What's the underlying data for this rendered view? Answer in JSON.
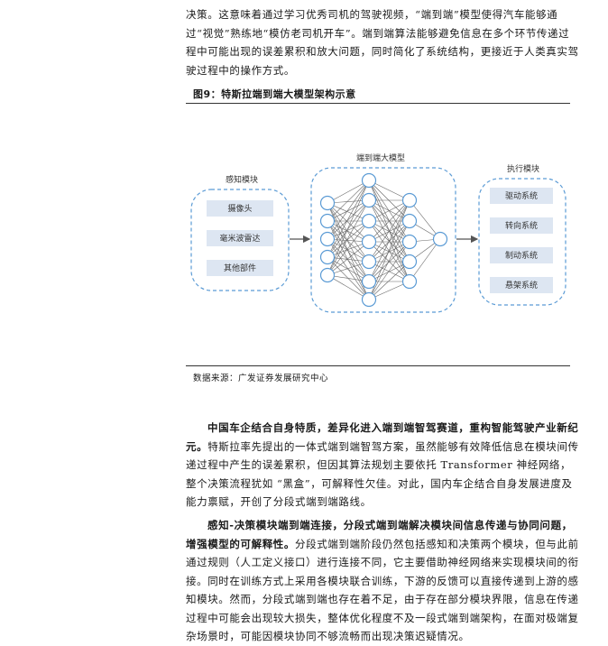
{
  "p1": "决策。这意味着通过学习优秀司机的驾驶视频，“端到端”模型使得汽车能够通过“视觉”熟练地“模仿老司机开车”。端到端算法能够避免信息在多个环节传递过程中可能出现的误差累积和放大问题，同时简化了系统结构，更接近于人类真实驾驶过程中的操作方式。",
  "figure": {
    "title": "图9：特斯拉端到端大模型架构示意",
    "perception": {
      "title": "感知模块",
      "items": [
        "摄像头",
        "毫米波雷达",
        "其他部件"
      ]
    },
    "model": {
      "title": "端到端大模型"
    },
    "execution": {
      "title": "执行模块",
      "items": [
        "驱动系统",
        "转向系统",
        "制动系统",
        "悬架系统"
      ]
    },
    "source": "数据来源：广发证券发展研究中心"
  },
  "p2": {
    "lead": "中国车企结合自身特质，差异化进入端到端智驾赛道，重构智能驾驶产业新纪元。",
    "body": "特斯拉率先提出的一体式端到端智驾方案，虽然能够有效降低信息在模块间传递过程中产生的误差累积，但因其算法规划主要依托 Transformer 神经网络，整个决策流程犹如 “黑盒”，可解释性欠佳。对此，国内车企结合自身发展进度及能力禀赋，开创了分段式端到端路线。"
  },
  "p3": {
    "lead": "感知-决策模块端到端连接，分段式端到端解决模块间信息传递与协同问题，增强模型的可解释性。",
    "body": "分段式端到端阶段仍然包括感知和决策两个模块，但与此前通过规则（人工定义接口）进行连接不同，它主要借助神经网络来实现模块间的衔接。同时在训练方式上采用各模块联合训练，下游的反馈可以直接传递到上游的感知模块。然而，分段式端到端也存在着不足，由于存在部分模块界限，信息在传递过程中可能会出现较大损失，整体优化程度不及一段式端到端架构，在面对极端复杂场景时，可能因模块协同不够流畅而出现决策迟疑情况。"
  },
  "colors": {
    "box_border": "#5b9bd5",
    "box_fill": "#dde6f2",
    "node_fill": "#ffffff",
    "node_stroke": "#5b9bd5",
    "edge": "#666666"
  }
}
